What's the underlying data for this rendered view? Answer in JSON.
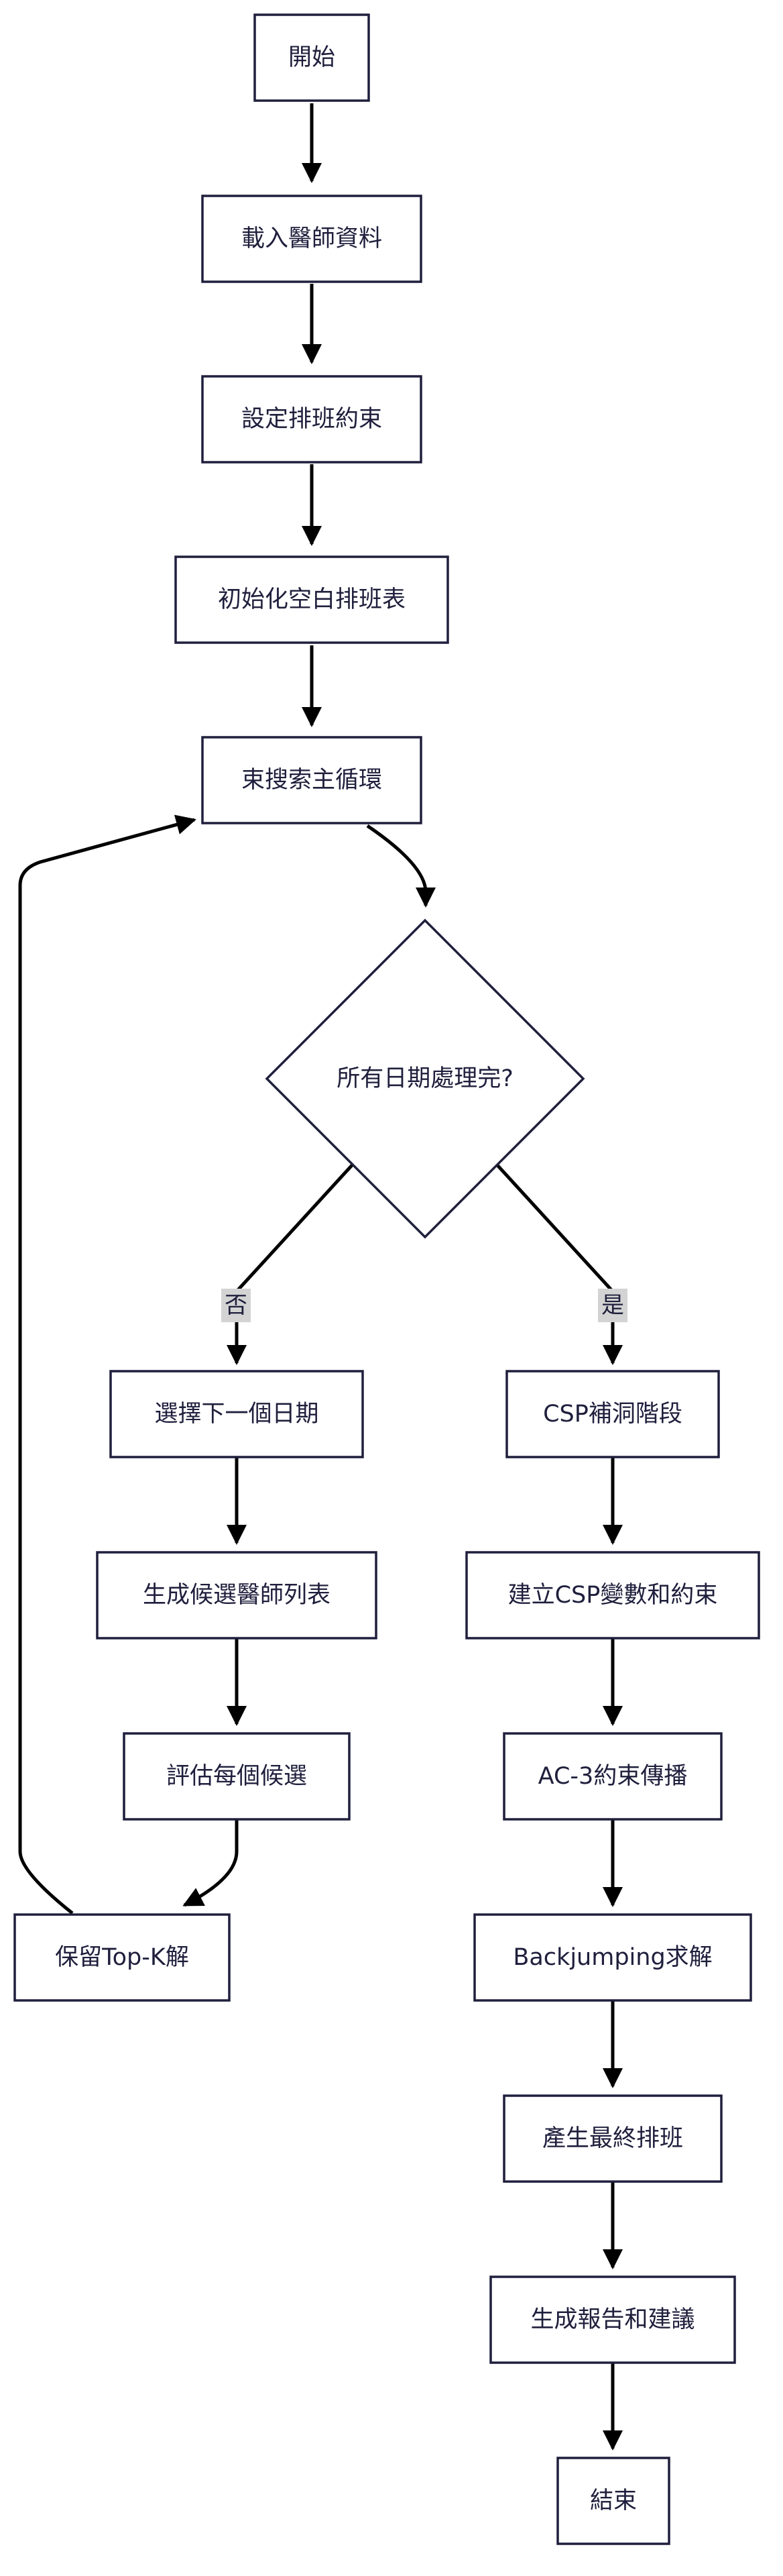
{
  "nodes": {
    "start": "開始",
    "load_doctors": "載入醫師資料",
    "set_constraints": "設定排班約束",
    "init_schedule": "初始化空白排班表",
    "beam_loop": "束搜索主循環",
    "all_dates_done": "所有日期處理完?",
    "select_next_date": "選擇下一個日期",
    "gen_candidates": "生成候選醫師列表",
    "eval_candidates": "評估每個候選",
    "keep_topk": "保留Top-K解",
    "csp_phase": "CSP補洞階段",
    "build_csp": "建立CSP變數和約束",
    "ac3": "AC-3約束傳播",
    "backjumping": "Backjumping求解",
    "final_schedule": "產生最終排班",
    "report": "生成報告和建議",
    "end": "結束"
  },
  "edge_labels": {
    "no": "否",
    "yes": "是"
  }
}
